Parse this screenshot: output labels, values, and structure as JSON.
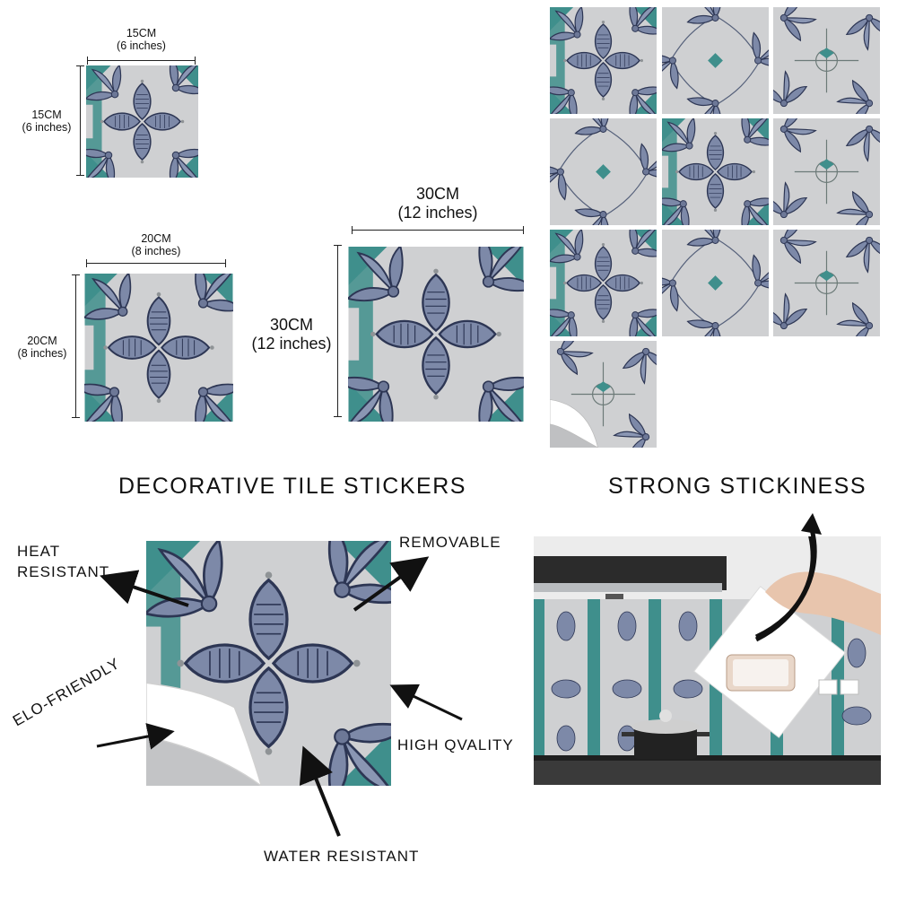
{
  "colors": {
    "tile_gray": "#cfd0d2",
    "teal": "#3f8f8c",
    "petal_blue": "#7d89a8",
    "outline": "#2d3654",
    "text": "#111111"
  },
  "sizes": {
    "small": {
      "width": "15CM",
      "width_in": "(6 inches)",
      "height": "15CM",
      "height_in": "(6 inches)"
    },
    "medium": {
      "width": "20CM",
      "width_in": "(8 inches)",
      "height": "20CM",
      "height_in": "(8 inches)"
    },
    "large": {
      "width": "30CM",
      "width_in": "(12 inches)",
      "height": "30CM",
      "height_in": "(12 inches)"
    }
  },
  "headings": {
    "decorative": "DECORATIVE TILE STICKERS",
    "stickiness": "STRONG STICKINESS"
  },
  "features": {
    "heat_line1": "HEAT",
    "heat_line2": "RESISTANT",
    "removable": "REMOVABLE",
    "eco": "ELO-FRIENDLY",
    "quality": "HIGH QVALITY",
    "water": "WATER RESISTANT"
  },
  "icons": [
    "tile-pattern-icon",
    "peel-corner-icon",
    "arrow-icon",
    "smartphone-icon",
    "cooking-pot-icon"
  ]
}
